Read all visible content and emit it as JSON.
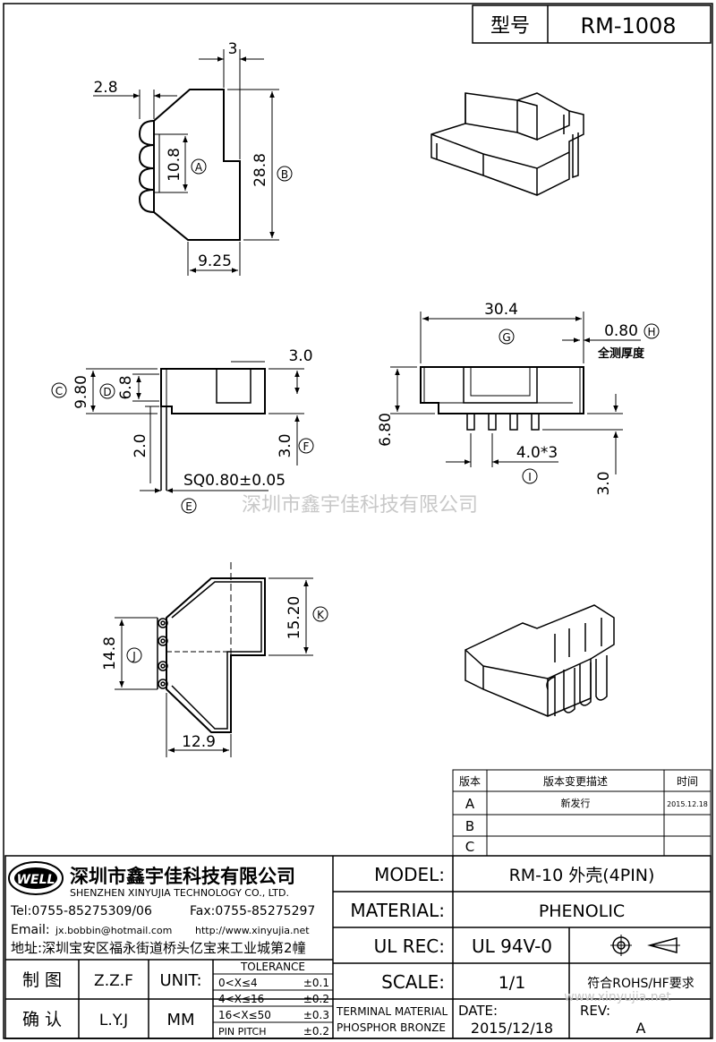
{
  "header": {
    "model_label": "型号",
    "model_value": "RM-1008"
  },
  "dims": {
    "top_view": {
      "w3": "3",
      "w28": "2.8",
      "h108": "10.8",
      "circ_a": "A",
      "h288": "28.8",
      "circ_b": "B",
      "w925": "9.25"
    },
    "side_view": {
      "w30": "3.0",
      "h980": "9.80",
      "circ_c": "C",
      "h68": "6.8",
      "circ_d": "D",
      "h20": "2.0",
      "h30": "3.0",
      "circ_f": "F",
      "sq": "SQ0.80±0.05",
      "circ_e": "E"
    },
    "front_view": {
      "w304": "30.4",
      "circ_g": "G",
      "t080": "0.80",
      "circ_h": "H",
      "wall_note": "全测厚度",
      "h680": "6.80",
      "pitch": "4.0*3",
      "circ_i": "I",
      "h30": "3.0"
    },
    "bottom_view": {
      "h148": "14.8",
      "circ_j": "J",
      "h1520": "15.20",
      "circ_k": "K",
      "w129": "12.9"
    }
  },
  "watermark": "深圳市鑫宇佳科技有限公司",
  "watermark_url": "www.xinyujia.net",
  "revision": {
    "headers": [
      "版本",
      "版本变更描述",
      "时间"
    ],
    "rows": [
      {
        "ver": "A",
        "desc": "新发行",
        "date": "2015.12.18"
      },
      {
        "ver": "B",
        "desc": "",
        "date": ""
      },
      {
        "ver": "C",
        "desc": "",
        "date": ""
      }
    ]
  },
  "company": {
    "logo": "WELL",
    "name_cn": "深圳市鑫宇佳科技有限公司",
    "name_en": "SHENZHEN XINYUJIA TECHNOLOGY CO., LTD.",
    "tel": "Tel:0755-85275309/06",
    "fax": "Fax:0755-85275297",
    "email_label": "Email:",
    "email": "jx.bobbin@hotmail.com",
    "web": "http://www.xinyujia.net",
    "address": "地址:深圳宝安区福永街道桥头亿宝来工业城第2幢"
  },
  "signoff": {
    "draw_label": "制 图",
    "draw_by": "Z.Z.F",
    "check_label": "确 认",
    "check_by": "L.Y.J",
    "unit_label": "UNIT:",
    "unit_value": "MM"
  },
  "tolerance": {
    "title": "TOLERANCE",
    "rows": [
      {
        "range": "0<X≤4",
        "tol": "±0.1"
      },
      {
        "range": "4<X≤16",
        "tol": "±0.2"
      },
      {
        "range": "16<X≤50",
        "tol": "±0.3"
      },
      {
        "range": "PIN PITCH",
        "tol": "±0.2"
      }
    ]
  },
  "spec": {
    "model_label": "MODEL:",
    "model_value": "RM-10 外壳(4PIN)",
    "material_label": "MATERIAL:",
    "material_value": "PHENOLIC",
    "ul_label": "UL REC:",
    "ul_value": "UL 94V-0",
    "scale_label": "SCALE:",
    "scale_value": "1/1",
    "rohs": "符合ROHS/HF要求",
    "terminal_label": "TERMINAL MATERIAL",
    "terminal_value": "PHOSPHOR BRONZE",
    "date_label": "DATE:",
    "date_value": "2015/12/18",
    "rev_label": "REV:",
    "rev_value": "A"
  }
}
